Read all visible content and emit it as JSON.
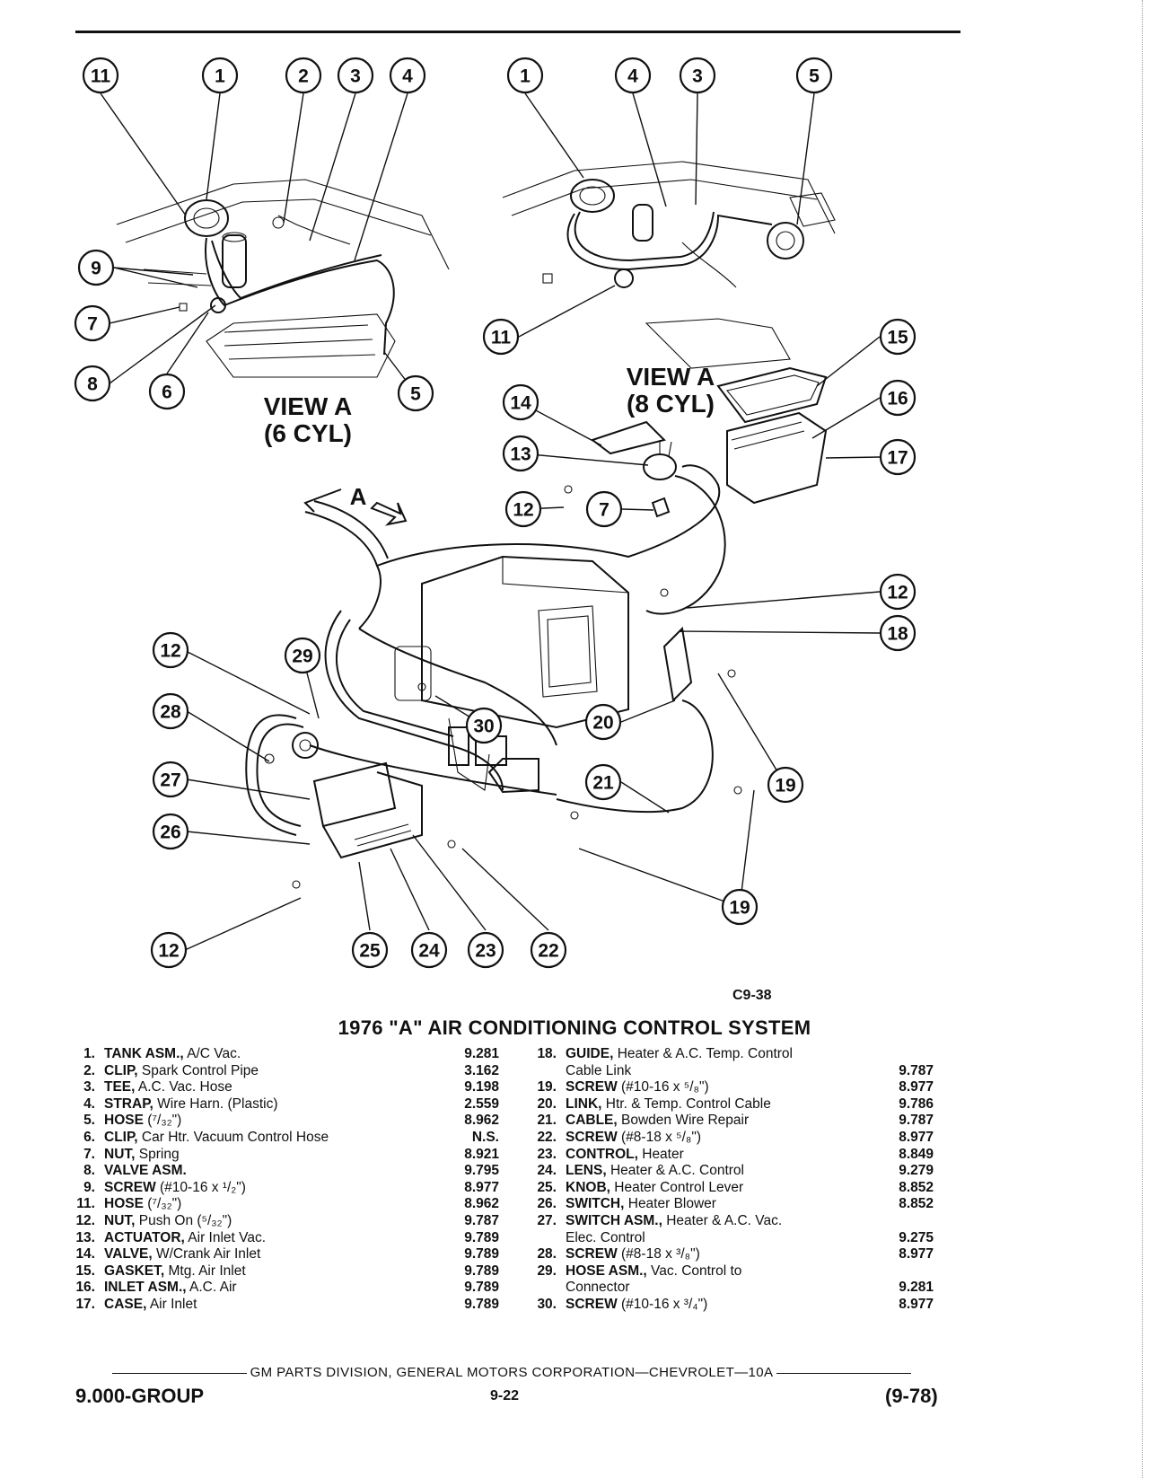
{
  "figure": {
    "view_6cyl": [
      "VIEW A",
      "(6 CYL)"
    ],
    "view_8cyl": [
      "VIEW A",
      "(8 CYL)"
    ],
    "arrow_label": "A",
    "figure_code": "C9-38"
  },
  "callouts": [
    "11",
    "1",
    "2",
    "3",
    "4",
    "9",
    "7",
    "8",
    "6",
    "5",
    "1",
    "4",
    "3",
    "5",
    "11",
    "15",
    "14",
    "16",
    "13",
    "17",
    "12",
    "7",
    "12",
    "18",
    "12",
    "29",
    "28",
    "30",
    "20",
    "27",
    "21",
    "19",
    "26",
    "19",
    "12",
    "25",
    "24",
    "23",
    "22"
  ],
  "title": "1976 \"A\" AIR CONDITIONING CONTROL SYSTEM",
  "parts_left": [
    {
      "num": "1.",
      "name": "TANK ASM.,",
      "desc": " A/C Vac.",
      "code": "9.281"
    },
    {
      "num": "2.",
      "name": "CLIP,",
      "desc": " Spark Control Pipe",
      "code": "3.162"
    },
    {
      "num": "3.",
      "name": "TEE,",
      "desc": " A.C. Vac. Hose",
      "code": "9.198"
    },
    {
      "num": "4.",
      "name": "STRAP,",
      "desc": " Wire Harn. (Plastic)",
      "code": "2.559"
    },
    {
      "num": "5.",
      "name": "HOSE",
      "desc": " (⁷/₃₂\")",
      "code": "8.962"
    },
    {
      "num": "6.",
      "name": "CLIP,",
      "desc": " Car Htr. Vacuum Control Hose",
      "code": "N.S."
    },
    {
      "num": "7.",
      "name": "NUT,",
      "desc": " Spring",
      "code": "8.921"
    },
    {
      "num": "8.",
      "name": "VALVE ASM.",
      "desc": "",
      "code": "9.795"
    },
    {
      "num": "9.",
      "name": "SCREW",
      "desc": " (#10-16 x ¹/₂\")",
      "code": "8.977"
    },
    {
      "num": "11.",
      "name": "HOSE",
      "desc": " (⁷/₃₂\")",
      "code": "8.962"
    },
    {
      "num": "12.",
      "name": "NUT,",
      "desc": " Push On (⁵/₃₂\")",
      "code": "9.787"
    },
    {
      "num": "13.",
      "name": "ACTUATOR,",
      "desc": " Air Inlet Vac.",
      "code": "9.789"
    },
    {
      "num": "14.",
      "name": "VALVE,",
      "desc": " W/Crank Air Inlet",
      "code": "9.789"
    },
    {
      "num": "15.",
      "name": "GASKET,",
      "desc": " Mtg. Air Inlet",
      "code": "9.789"
    },
    {
      "num": "16.",
      "name": "INLET ASM.,",
      "desc": " A.C. Air",
      "code": "9.789"
    },
    {
      "num": "17.",
      "name": "CASE,",
      "desc": " Air Inlet",
      "code": "9.789"
    }
  ],
  "parts_right": [
    {
      "num": "18.",
      "name": "GUIDE,",
      "desc": " Heater & A.C. Temp. Control",
      "code": ""
    },
    {
      "num": "",
      "name": "",
      "desc": "Cable Link",
      "code": "9.787"
    },
    {
      "num": "19.",
      "name": "SCREW",
      "desc": " (#10-16 x ⁵/₈\")",
      "code": "8.977"
    },
    {
      "num": "20.",
      "name": "LINK,",
      "desc": " Htr. & Temp. Control Cable",
      "code": "9.786"
    },
    {
      "num": "21.",
      "name": "CABLE,",
      "desc": " Bowden Wire Repair",
      "code": "9.787"
    },
    {
      "num": "22.",
      "name": "SCREW",
      "desc": " (#8-18 x ⁵/₈\")",
      "code": "8.977"
    },
    {
      "num": "23.",
      "name": "CONTROL,",
      "desc": " Heater",
      "code": "8.849"
    },
    {
      "num": "24.",
      "name": "LENS,",
      "desc": " Heater & A.C. Control",
      "code": "9.279"
    },
    {
      "num": "25.",
      "name": "KNOB,",
      "desc": " Heater Control Lever",
      "code": "8.852"
    },
    {
      "num": "26.",
      "name": "SWITCH,",
      "desc": " Heater Blower",
      "code": "8.852"
    },
    {
      "num": "27.",
      "name": "SWITCH ASM.,",
      "desc": " Heater & A.C. Vac.",
      "code": ""
    },
    {
      "num": "",
      "name": "",
      "desc": "Elec. Control",
      "code": "9.275"
    },
    {
      "num": "28.",
      "name": "SCREW",
      "desc": " (#8-18 x ³/₈\")",
      "code": "8.977"
    },
    {
      "num": "29.",
      "name": "HOSE ASM.,",
      "desc": " Vac. Control to",
      "code": ""
    },
    {
      "num": "",
      "name": "",
      "desc": "Connector",
      "code": "9.281"
    },
    {
      "num": "30.",
      "name": "SCREW",
      "desc": " (#10-16 x ³/₄\")",
      "code": "8.977"
    }
  ],
  "footer": {
    "division": "GM PARTS DIVISION, GENERAL MOTORS CORPORATION—CHEVROLET—10A",
    "group": "9.000-GROUP",
    "page": "9-22",
    "date": "(9-78)"
  }
}
